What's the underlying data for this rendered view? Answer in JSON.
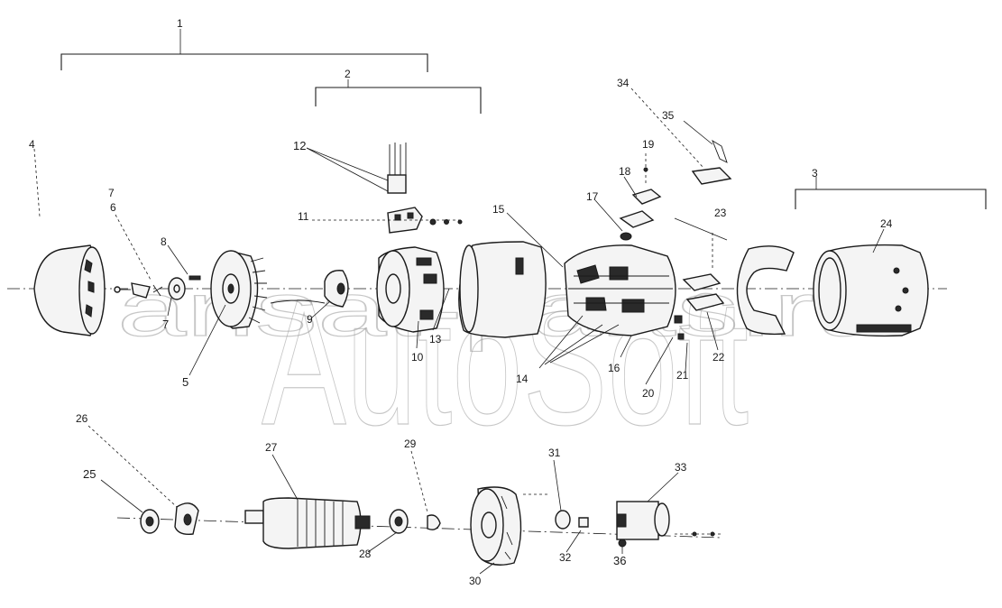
{
  "watermark": {
    "large": "AutoSoft",
    "domain": "arisat-parts.ru"
  },
  "labels": {
    "l1": "1",
    "l2": "2",
    "l3": "3",
    "l4": "4",
    "l5": "5",
    "l6": "6",
    "l7": "7",
    "l7b": "7",
    "l8": "8",
    "l9": "9",
    "l10": "10",
    "l11": "11",
    "l12": "12",
    "l13": "13",
    "l14": "14",
    "l15": "15",
    "l16": "16",
    "l17": "17",
    "l18": "18",
    "l19": "19",
    "l20": "20",
    "l21": "21",
    "l22": "22",
    "l23": "23",
    "l24": "24",
    "l25": "25",
    "l26": "26",
    "l27": "27",
    "l28": "28",
    "l29": "29",
    "l30": "30",
    "l31": "31",
    "l32": "32",
    "l33": "33",
    "l34": "34",
    "l35": "35",
    "l36": "36"
  }
}
